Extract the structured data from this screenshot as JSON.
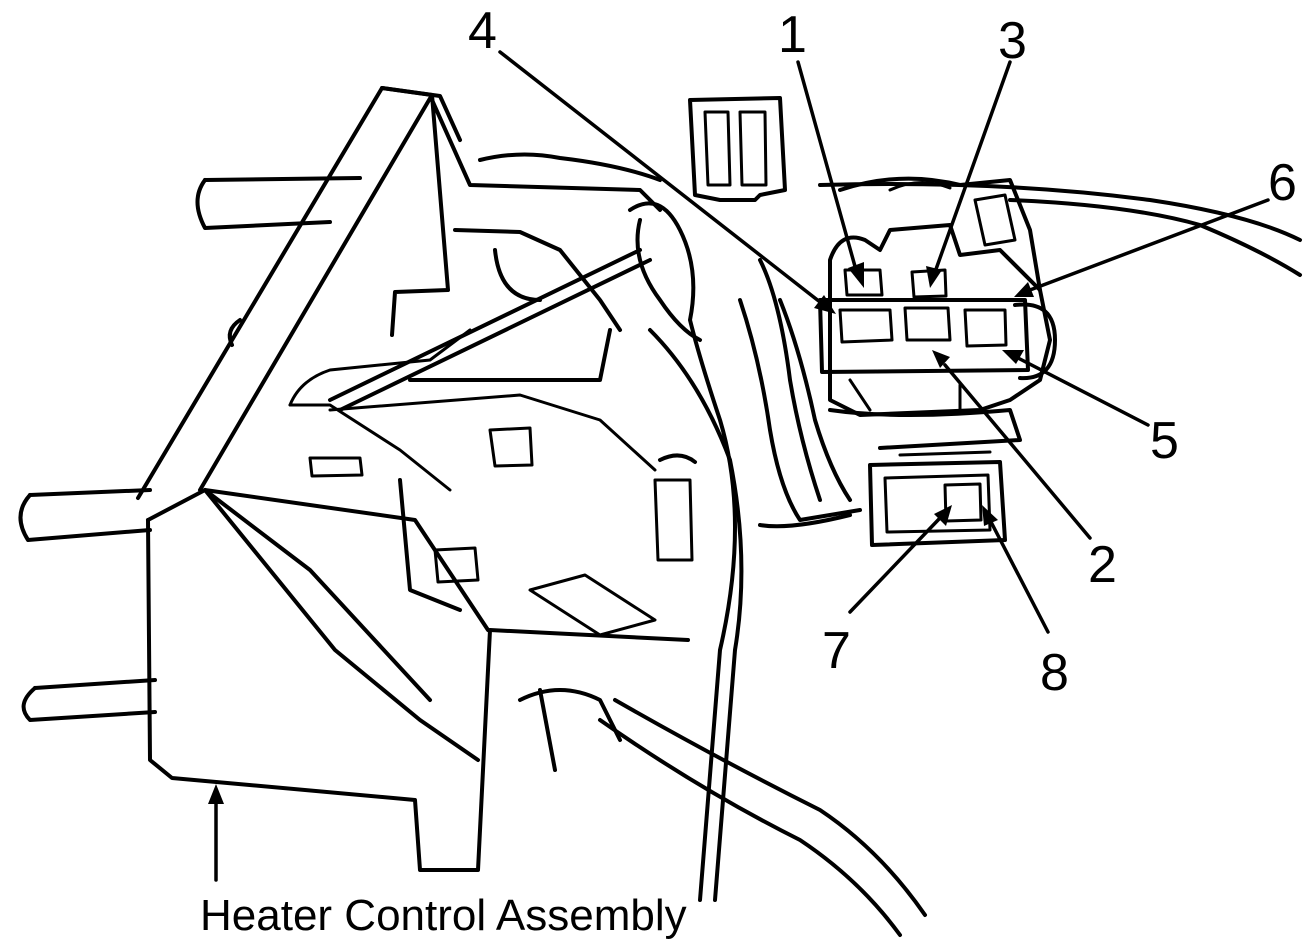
{
  "callouts": [
    "1",
    "2",
    "3",
    "4",
    "5",
    "6",
    "7",
    "8"
  ],
  "caption": "Heater Control Assembly"
}
